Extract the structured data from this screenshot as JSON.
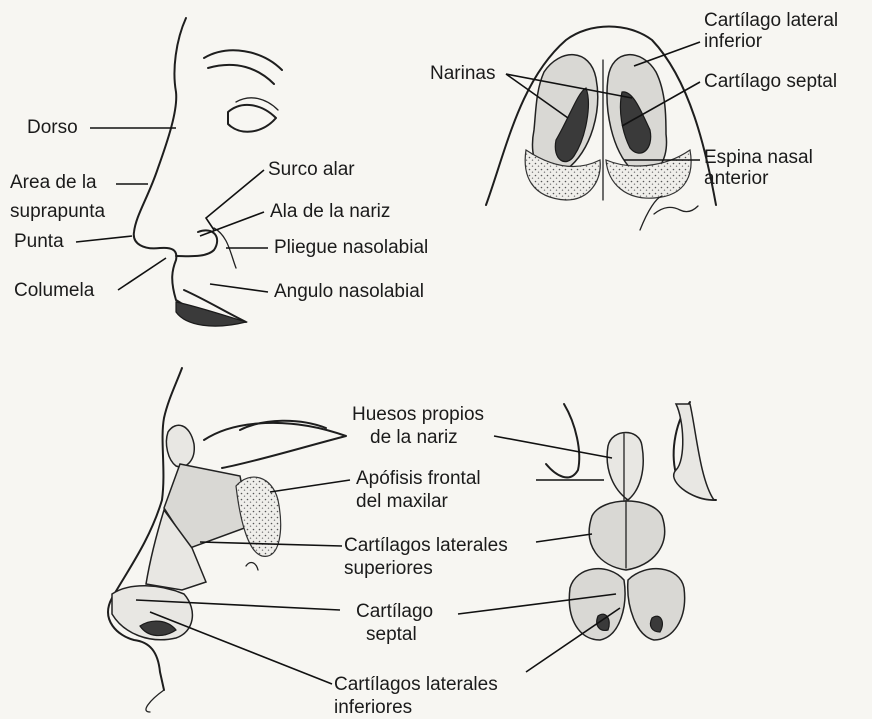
{
  "labels": {
    "dorso": "Dorso",
    "area_suprapunta_l1": "Area de la",
    "area_suprapunta_l2": "suprapunta",
    "punta": "Punta",
    "columela": "Columela",
    "surco_alar": "Surco alar",
    "ala_nariz": "Ala de la nariz",
    "pliegue_nasolabial": "Pliegue nasolabial",
    "angulo_nasolabial": "Angulo nasolabial",
    "narinas": "Narinas",
    "cart_lat_inf_l1": "Cartílago lateral",
    "cart_lat_inf_l2": "inferior",
    "cart_septal_top": "Cartílago septal",
    "espina_l1": "Espina nasal",
    "espina_l2": "anterior",
    "huesos_l1": "Huesos propios",
    "huesos_l2": "de la nariz",
    "apofisis_l1": "Apófisis frontal",
    "apofisis_l2": "del maxilar",
    "cart_lat_sup_l1": "Cartílagos laterales",
    "cart_lat_sup_l2": "superiores",
    "cart_septal_l1": "Cartílago",
    "cart_septal_l2": "septal",
    "cart_lat_inf_bot_l1": "Cartílagos laterales",
    "cart_lat_inf_bot_l2": "inferiores"
  }
}
